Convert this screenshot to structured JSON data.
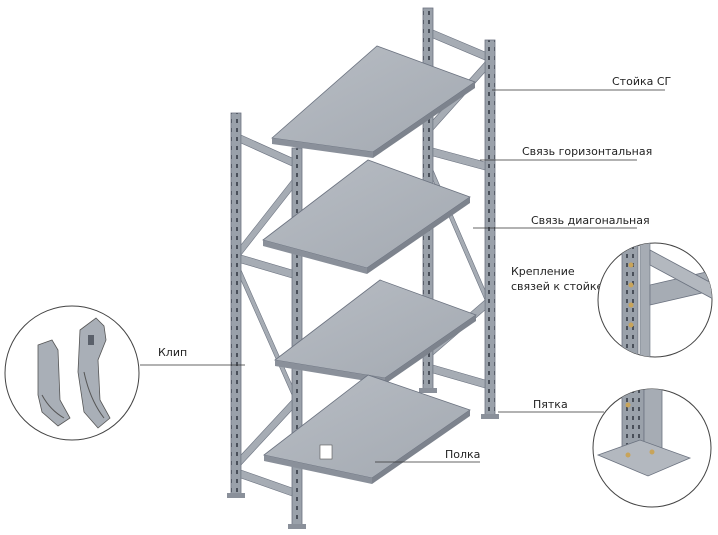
{
  "labels": {
    "stoika": "Стойка СГ",
    "sviaz_gor": "Связь горизонтальная",
    "sviaz_diag": "Связь диагональная",
    "kreplenie_1": "Крепление",
    "kreplenie_2": "связей к стойке",
    "klip": "Клип",
    "piatka": "Пятка",
    "polka": "Полка"
  },
  "colors": {
    "frame": "#9aa1aa",
    "frame_dark": "#6c7380",
    "shelf_top": "#aeb3ba",
    "shelf_edge": "#8a909a",
    "leader": "#333333",
    "circle": "#444444"
  }
}
